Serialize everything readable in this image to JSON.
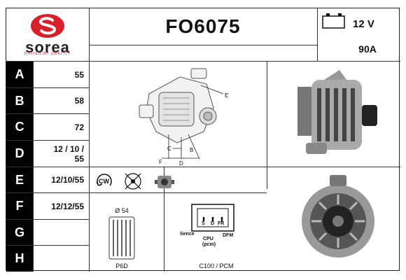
{
  "brand": {
    "name": "sorea",
    "tagline": "DRIVEN BY QUALITY",
    "color": "#d8202b"
  },
  "header": {
    "part_code": "FO6075",
    "voltage": "12 V",
    "amperage": "90A"
  },
  "rows": [
    {
      "label": "A",
      "value": "55"
    },
    {
      "label": "B",
      "value": "58"
    },
    {
      "label": "C",
      "value": "72"
    },
    {
      "label": "D",
      "value": "12 / 10 / 55"
    },
    {
      "label": "E",
      "value": "12/10/55"
    },
    {
      "label": "F",
      "value": "12/12/55"
    },
    {
      "label": "G",
      "value": ""
    },
    {
      "label": "H",
      "value": ""
    }
  ],
  "diagram_labels": {
    "e": "E",
    "c": "C",
    "b": "B",
    "f": "F",
    "d": "D"
  },
  "rotation": "CW",
  "pulley": {
    "diameter": "Ø 54",
    "type": "P6D"
  },
  "connector": {
    "pins": [
      "S",
      "D",
      "FR"
    ],
    "sense": "Sence",
    "dfm": "DFM",
    "cpu": "CPU",
    "pcm": "(pcm)",
    "type": "C100 / PCM"
  }
}
